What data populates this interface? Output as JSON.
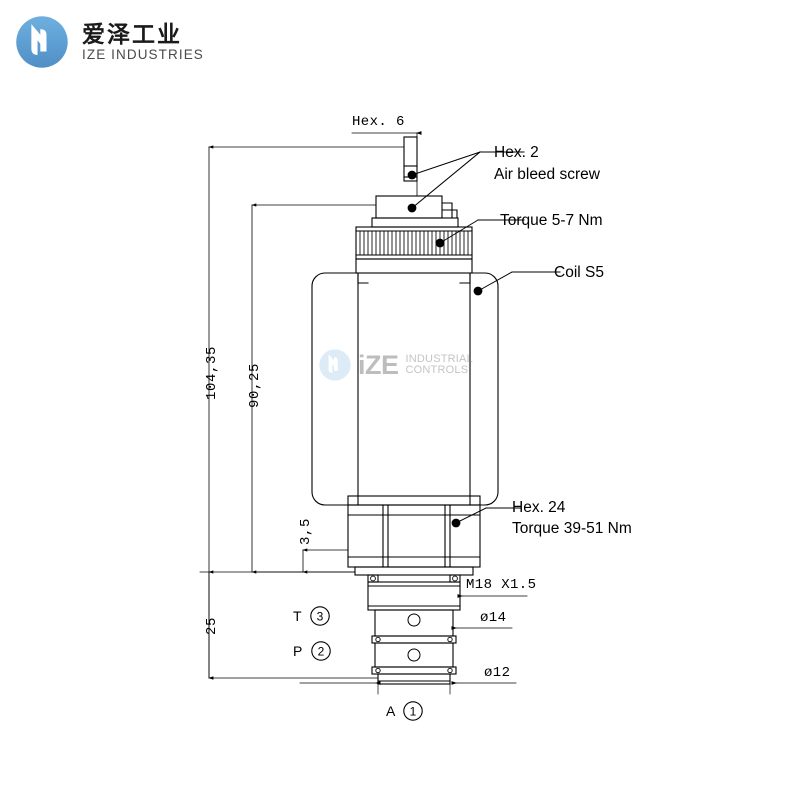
{
  "brand": {
    "logo_icon": "ize-circular-logo",
    "name_cn": "爱泽工业",
    "name_en": "IZE INDUSTRIES",
    "accent_color": "#4f97d6"
  },
  "watermark": {
    "logo_icon": "ize-circular-logo-watermark",
    "wordmark": "iZE",
    "line1": "INDUSTRIAL",
    "line2": "CONTROLS",
    "color": "#8a8a8a"
  },
  "drawing": {
    "title": "Cartridge solenoid valve dimensional drawing",
    "line_color": "#000000",
    "annotations": [
      {
        "id": "hex6",
        "text": "Hex. 6",
        "type": "dimension"
      },
      {
        "id": "hex2",
        "text": "Hex. 2",
        "type": "callout"
      },
      {
        "id": "airbleed",
        "text": "Air bleed screw",
        "type": "callout"
      },
      {
        "id": "torque57",
        "text": "Torque 5-7 Nm",
        "type": "callout"
      },
      {
        "id": "coils5",
        "text": "Coil S5",
        "type": "callout"
      },
      {
        "id": "hex24",
        "text": "Hex. 24",
        "type": "callout"
      },
      {
        "id": "torque3951",
        "text": "Torque 39-51 Nm",
        "type": "callout"
      },
      {
        "id": "thread",
        "text": "M18 X1.5",
        "type": "dimension"
      },
      {
        "id": "dia14",
        "text": "ø14",
        "type": "dimension"
      },
      {
        "id": "dia12",
        "text": "ø12",
        "type": "dimension"
      }
    ],
    "vertical_dimensions": [
      {
        "id": "overall",
        "text": "104,35"
      },
      {
        "id": "to_shoulder",
        "text": "90,25"
      },
      {
        "id": "small_step",
        "text": "3,5"
      },
      {
        "id": "stem",
        "text": "25"
      }
    ],
    "ports": [
      {
        "label": "T",
        "number": "3"
      },
      {
        "label": "P",
        "number": "2"
      },
      {
        "label": "A",
        "number": "1"
      }
    ]
  }
}
